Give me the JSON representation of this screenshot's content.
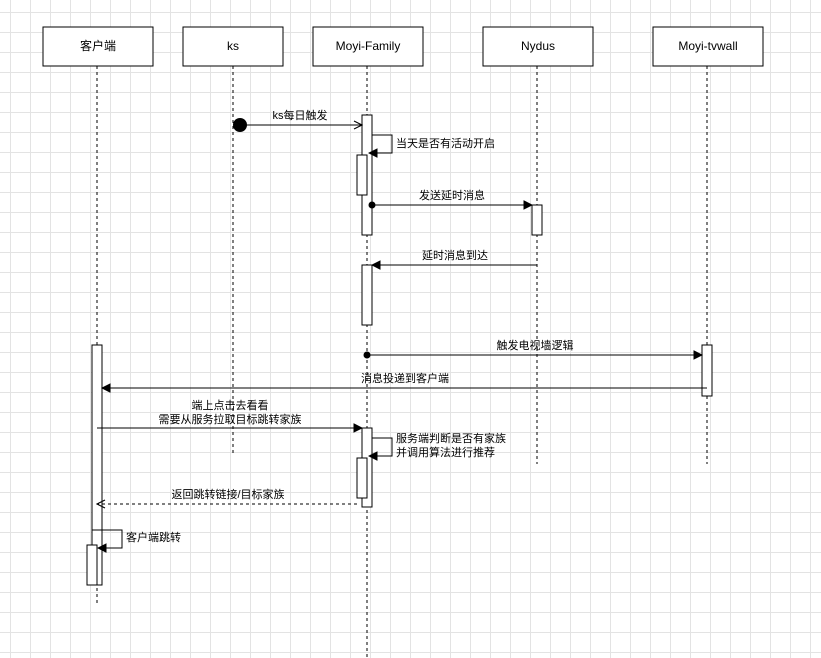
{
  "participants": [
    {
      "id": "client",
      "label": "客户端"
    },
    {
      "id": "ks",
      "label": "ks"
    },
    {
      "id": "family",
      "label": "Moyi-Family"
    },
    {
      "id": "nydus",
      "label": "Nydus"
    },
    {
      "id": "tvwall",
      "label": "Moyi-tvwall"
    }
  ],
  "messages": [
    {
      "id": "m1",
      "from": "ks",
      "to": "family",
      "label": [
        "ks每日触发"
      ],
      "style": "solid"
    },
    {
      "id": "m2",
      "from": "family",
      "to": "family",
      "label": [
        "当天是否有活动开启"
      ],
      "style": "self"
    },
    {
      "id": "m3",
      "from": "family",
      "to": "nydus",
      "label": [
        "发送延时消息"
      ],
      "style": "solid"
    },
    {
      "id": "m4",
      "from": "nydus",
      "to": "family",
      "label": [
        "延时消息到达"
      ],
      "style": "solid"
    },
    {
      "id": "m5",
      "from": "family",
      "to": "tvwall",
      "label": [
        "触发电视墙逻辑"
      ],
      "style": "solid"
    },
    {
      "id": "m6",
      "from": "tvwall",
      "to": "client",
      "label": [
        "消息投递到客户端"
      ],
      "style": "solid"
    },
    {
      "id": "m7",
      "from": "client",
      "to": "family",
      "label": [
        "端上点击去看看",
        "需要从服务拉取目标跳转家族"
      ],
      "style": "solid"
    },
    {
      "id": "m8",
      "from": "family",
      "to": "family",
      "label": [
        "服务端判断是否有家族",
        "并调用算法进行推荐"
      ],
      "style": "self"
    },
    {
      "id": "m9",
      "from": "family",
      "to": "client",
      "label": [
        "返回跳转链接/目标家族"
      ],
      "style": "dashed"
    },
    {
      "id": "m10",
      "from": "client",
      "to": "client",
      "label": [
        "客户端跳转"
      ],
      "style": "self"
    }
  ]
}
